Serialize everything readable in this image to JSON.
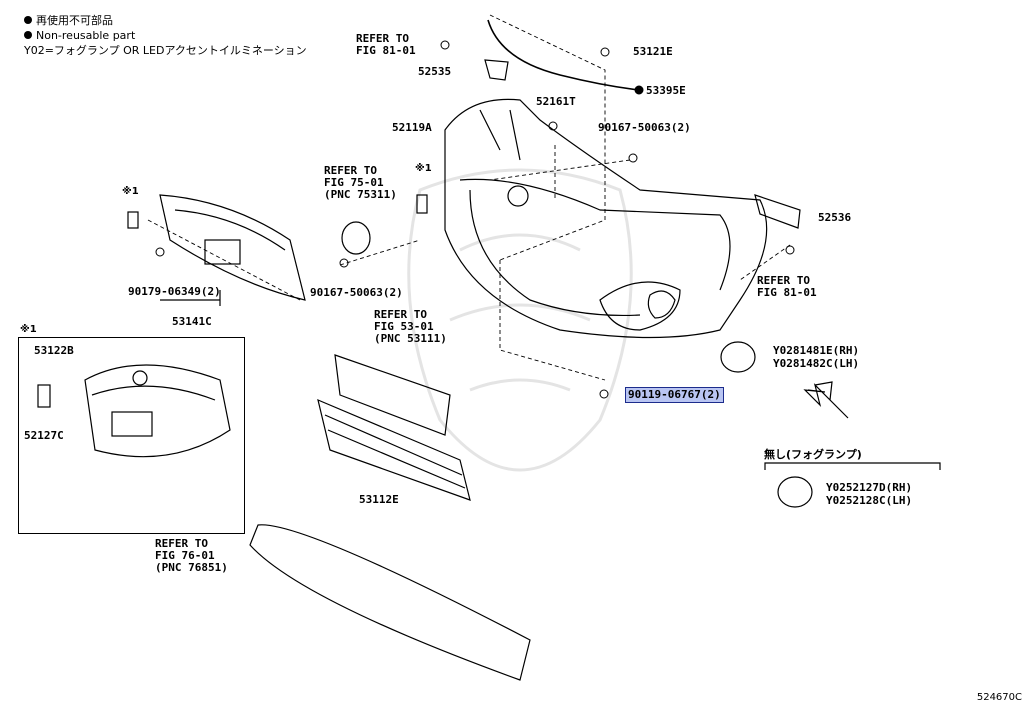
{
  "legend": {
    "line1": "再使用不可部品",
    "line2": "Non-reusable part",
    "line3": "Y02=フォグランプ OR LEDアクセントイルミネーション"
  },
  "callouts": {
    "refer_81_01_top": "REFER TO\nFIG 81-01",
    "p52535": "52535",
    "p53121E": "53121E",
    "p53395E": "53395E",
    "p52161T": "52161T",
    "p90167_a": "90167-50063(2)",
    "p52119A": "52119A",
    "refer_75_01": "REFER TO\nFIG 75-01\n(PNC 75311)",
    "mark_a": "※1",
    "mark_b": "※1",
    "mark_c": "※1",
    "p52536": "52536",
    "refer_81_01_right": "REFER TO\nFIG 81-01",
    "p90179": "90179-06349(2)",
    "p90167_b": "90167-50063(2)",
    "p53141C": "53141C",
    "p53122B": "53122B",
    "p52127C": "52127C",
    "refer_53_01": "REFER TO\nFIG 53-01\n(PNC 53111)",
    "p53112E": "53112E",
    "p90119": "90119-06767(2)",
    "y_fog_rh": "Y0281481E(RH)",
    "y_fog_lh": "Y0281482C(LH)",
    "no_fog_header": "無し(フォグランプ)",
    "y_cover_rh": "Y0252127D(RH)",
    "y_cover_lh": "Y0252128C(LH)",
    "refer_76_01": "REFER TO\nFIG 76-01\n(PNC 76851)"
  },
  "figure_id": "524670C"
}
